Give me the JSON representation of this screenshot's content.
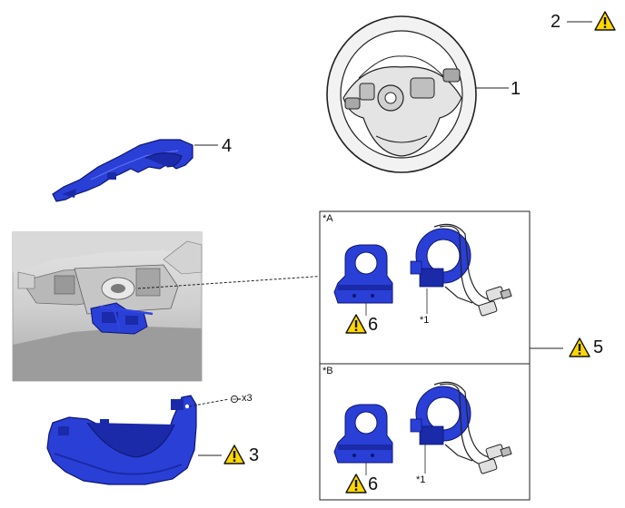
{
  "callouts": {
    "steering_wheel": "1",
    "item2": "2",
    "lower_cover": "3",
    "upper_cover": "4",
    "spiral_cable": "5",
    "sensor_a": "6",
    "sensor_b": "6"
  },
  "panels": {
    "a": {
      "tag": "*A",
      "note": "*1"
    },
    "b": {
      "tag": "*B",
      "note": "*1"
    }
  },
  "screw_qty": "x3",
  "icons": {
    "warning": "warning-triangle-icon",
    "screw": "screw-icon"
  },
  "colors": {
    "part_blue": "#2a3fd6",
    "part_blue_dark": "#1a2aa8",
    "warning_yellow": "#ffd800",
    "outline": "#111111"
  }
}
